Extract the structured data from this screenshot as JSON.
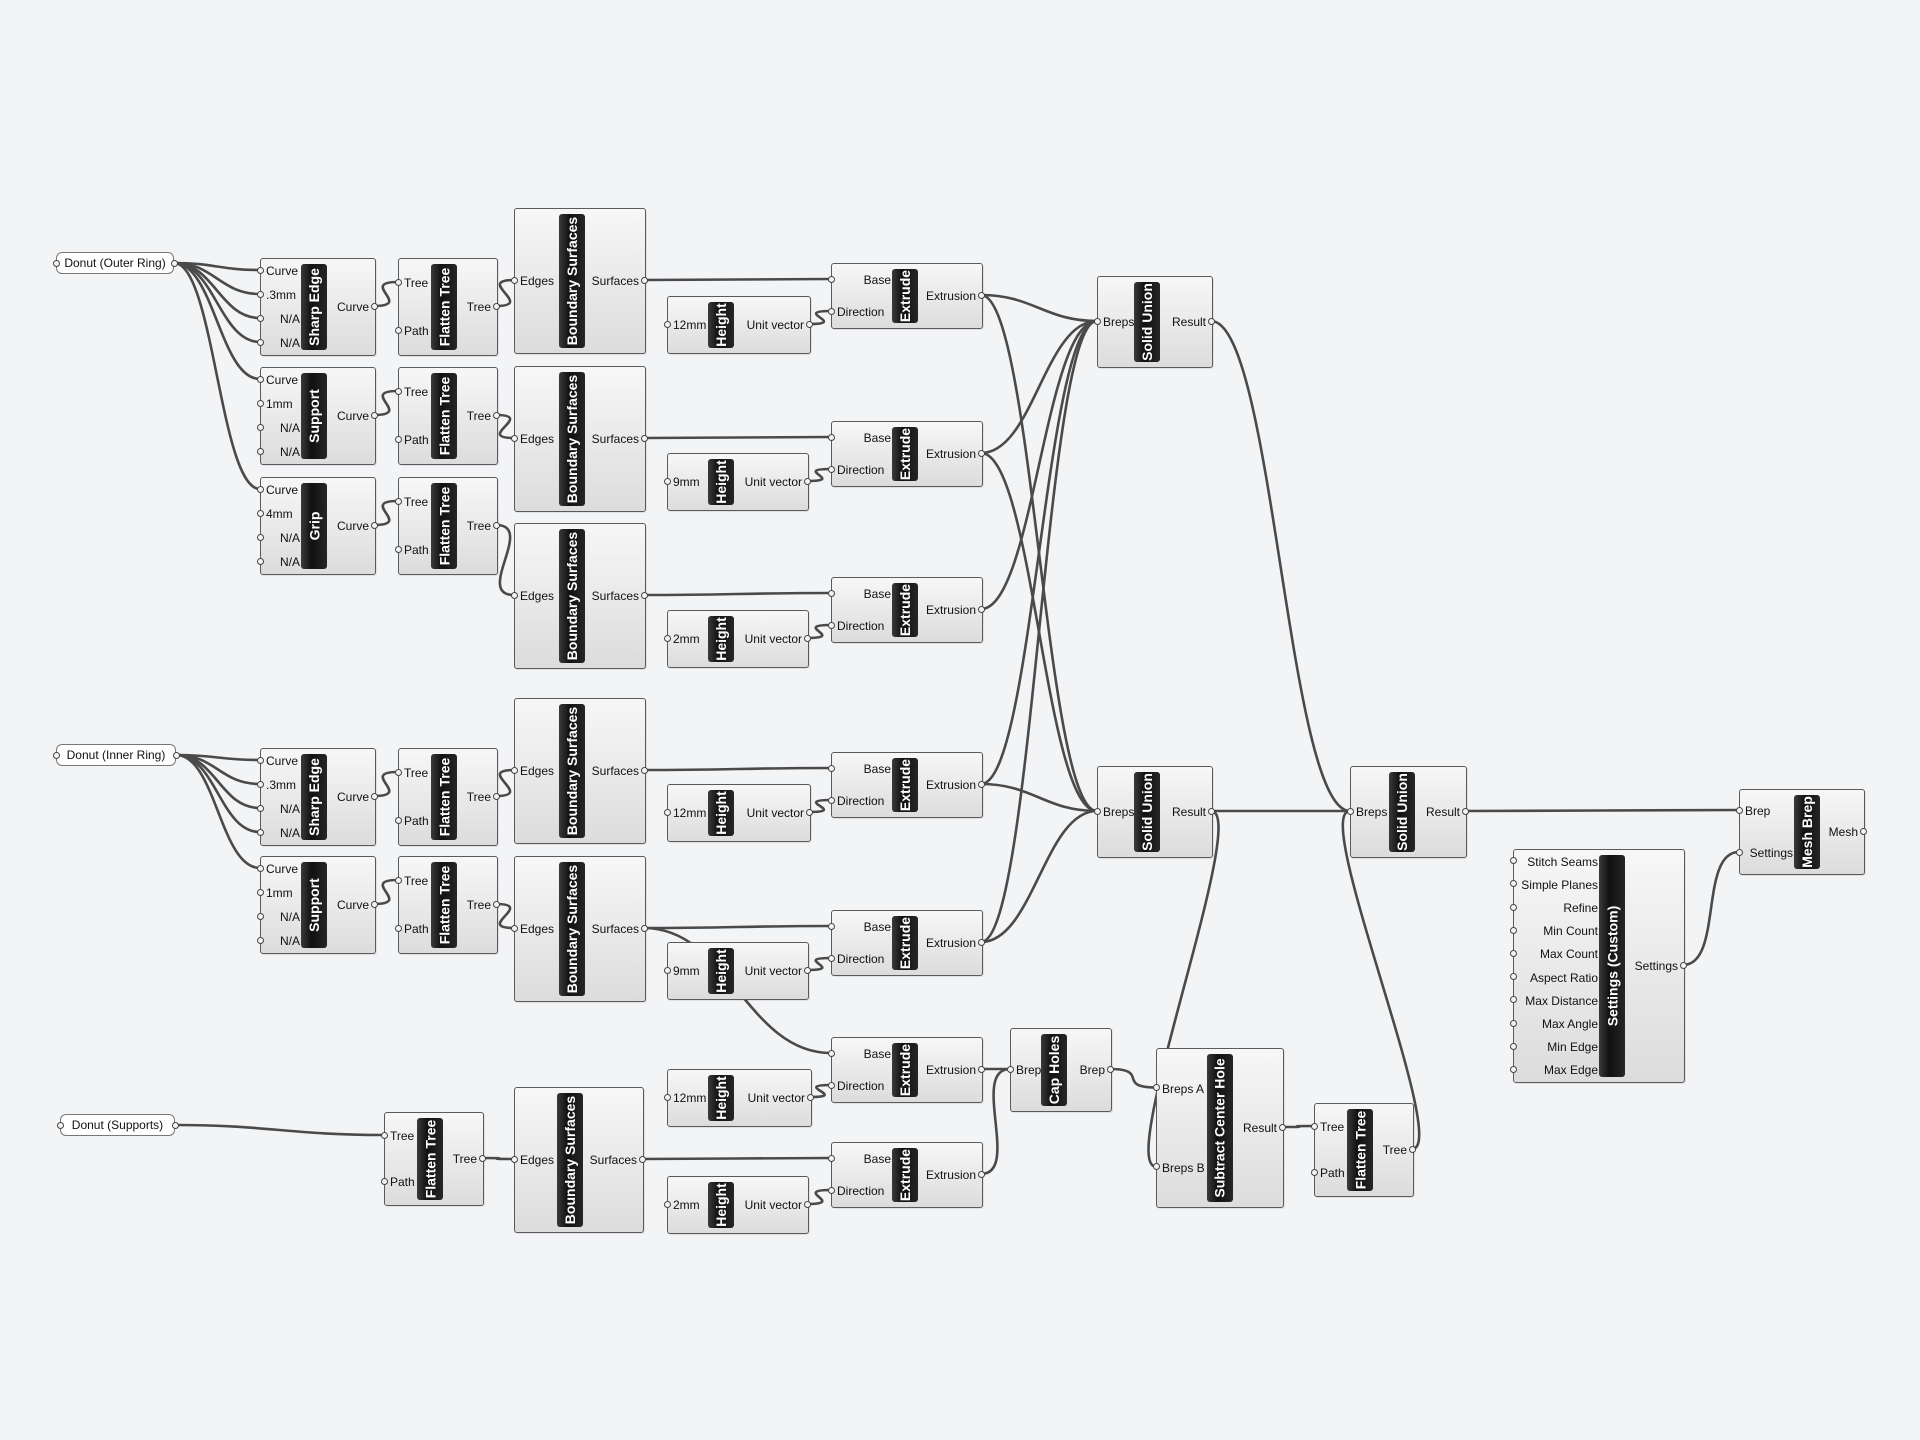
{
  "params": [
    {
      "id": "p-outer",
      "label": "Donut (Outer Ring)"
    },
    {
      "id": "p-inner",
      "label": "Donut (Inner Ring)"
    },
    {
      "id": "p-supp",
      "label": "Donut (Supports)"
    }
  ],
  "components": [
    {
      "id": "sharp1",
      "title": "Sharp Edge",
      "in": [
        "Curve",
        ".3mm",
        "N/A",
        "N/A"
      ],
      "out": [
        "Curve"
      ]
    },
    {
      "id": "support1",
      "title": "Support",
      "in": [
        "Curve",
        "1mm",
        "N/A",
        "N/A"
      ],
      "out": [
        "Curve"
      ]
    },
    {
      "id": "grip1",
      "title": "Grip",
      "in": [
        "Curve",
        "4mm",
        "N/A",
        "N/A"
      ],
      "out": [
        "Curve"
      ]
    },
    {
      "id": "flat1",
      "title": "Flatten Tree",
      "in": [
        "Tree",
        "Path"
      ],
      "out": [
        "Tree"
      ]
    },
    {
      "id": "flat2",
      "title": "Flatten Tree",
      "in": [
        "Tree",
        "Path"
      ],
      "out": [
        "Tree"
      ]
    },
    {
      "id": "flat3",
      "title": "Flatten Tree",
      "in": [
        "Tree",
        "Path"
      ],
      "out": [
        "Tree"
      ]
    },
    {
      "id": "bs1",
      "title": "Boundary Surfaces",
      "in": [
        "Edges"
      ],
      "out": [
        "Surfaces"
      ]
    },
    {
      "id": "bs2",
      "title": "Boundary Surfaces",
      "in": [
        "Edges"
      ],
      "out": [
        "Surfaces"
      ]
    },
    {
      "id": "bs3",
      "title": "Boundary Surfaces",
      "in": [
        "Edges"
      ],
      "out": [
        "Surfaces"
      ]
    },
    {
      "id": "h1",
      "title": "Height",
      "in": [
        "12mm"
      ],
      "out": [
        "Unit vector"
      ]
    },
    {
      "id": "h2",
      "title": "Height",
      "in": [
        "9mm"
      ],
      "out": [
        "Unit vector"
      ]
    },
    {
      "id": "h3",
      "title": "Height",
      "in": [
        "2mm"
      ],
      "out": [
        "Unit vector"
      ]
    },
    {
      "id": "ex1",
      "title": "Extrude",
      "in": [
        "Base",
        "Direction"
      ],
      "out": [
        "Extrusion"
      ]
    },
    {
      "id": "ex2",
      "title": "Extrude",
      "in": [
        "Base",
        "Direction"
      ],
      "out": [
        "Extrusion"
      ]
    },
    {
      "id": "ex3",
      "title": "Extrude",
      "in": [
        "Base",
        "Direction"
      ],
      "out": [
        "Extrusion"
      ]
    },
    {
      "id": "su1",
      "title": "Solid Union",
      "in": [
        "Breps"
      ],
      "out": [
        "Result"
      ]
    },
    {
      "id": "sharp2",
      "title": "Sharp Edge",
      "in": [
        "Curve",
        ".3mm",
        "N/A",
        "N/A"
      ],
      "out": [
        "Curve"
      ]
    },
    {
      "id": "support2",
      "title": "Support",
      "in": [
        "Curve",
        "1mm",
        "N/A",
        "N/A"
      ],
      "out": [
        "Curve"
      ]
    },
    {
      "id": "flat4",
      "title": "Flatten Tree",
      "in": [
        "Tree",
        "Path"
      ],
      "out": [
        "Tree"
      ]
    },
    {
      "id": "flat5",
      "title": "Flatten Tree",
      "in": [
        "Tree",
        "Path"
      ],
      "out": [
        "Tree"
      ]
    },
    {
      "id": "bs4",
      "title": "Boundary Surfaces",
      "in": [
        "Edges"
      ],
      "out": [
        "Surfaces"
      ]
    },
    {
      "id": "bs5",
      "title": "Boundary Surfaces",
      "in": [
        "Edges"
      ],
      "out": [
        "Surfaces"
      ]
    },
    {
      "id": "h4",
      "title": "Height",
      "in": [
        "12mm"
      ],
      "out": [
        "Unit vector"
      ]
    },
    {
      "id": "h5",
      "title": "Height",
      "in": [
        "9mm"
      ],
      "out": [
        "Unit vector"
      ]
    },
    {
      "id": "ex4",
      "title": "Extrude",
      "in": [
        "Base",
        "Direction"
      ],
      "out": [
        "Extrusion"
      ]
    },
    {
      "id": "ex5",
      "title": "Extrude",
      "in": [
        "Base",
        "Direction"
      ],
      "out": [
        "Extrusion"
      ]
    },
    {
      "id": "su2",
      "title": "Solid Union",
      "in": [
        "Breps"
      ],
      "out": [
        "Result"
      ]
    },
    {
      "id": "su3",
      "title": "Solid Union",
      "in": [
        "Breps"
      ],
      "out": [
        "Result"
      ]
    },
    {
      "id": "ex6",
      "title": "Extrude",
      "in": [
        "Base",
        "Direction"
      ],
      "out": [
        "Extrusion"
      ]
    },
    {
      "id": "h6",
      "title": "Height",
      "in": [
        "12mm"
      ],
      "out": [
        "Unit vector"
      ]
    },
    {
      "id": "cap",
      "title": "Cap Holes",
      "in": [
        "Brep"
      ],
      "out": [
        "Brep"
      ]
    },
    {
      "id": "flat6",
      "title": "Flatten Tree",
      "in": [
        "Tree",
        "Path"
      ],
      "out": [
        "Tree"
      ]
    },
    {
      "id": "bs6",
      "title": "Boundary Surfaces",
      "in": [
        "Edges"
      ],
      "out": [
        "Surfaces"
      ]
    },
    {
      "id": "ex7",
      "title": "Extrude",
      "in": [
        "Base",
        "Direction"
      ],
      "out": [
        "Extrusion"
      ]
    },
    {
      "id": "h7",
      "title": "Height",
      "in": [
        "2mm"
      ],
      "out": [
        "Unit vector"
      ]
    },
    {
      "id": "sub",
      "title": "Subtract Center Hole",
      "in": [
        "Breps A",
        "Breps B"
      ],
      "out": [
        "Result"
      ]
    },
    {
      "id": "flat7",
      "title": "Flatten Tree",
      "in": [
        "Tree",
        "Path"
      ],
      "out": [
        "Tree"
      ]
    },
    {
      "id": "settings",
      "title": "Settings (Custom)",
      "in": [
        "Stitch Seams",
        "Simple Planes",
        "Refine",
        "Min Count",
        "Max Count",
        "Aspect Ratio",
        "Max Distance",
        "Max Angle",
        "Min Edge",
        "Max Edge"
      ],
      "out": [
        "Settings"
      ]
    },
    {
      "id": "mesh",
      "title": "Mesh Brep",
      "in": [
        "Brep",
        "Settings"
      ],
      "out": [
        "Mesh"
      ]
    }
  ]
}
